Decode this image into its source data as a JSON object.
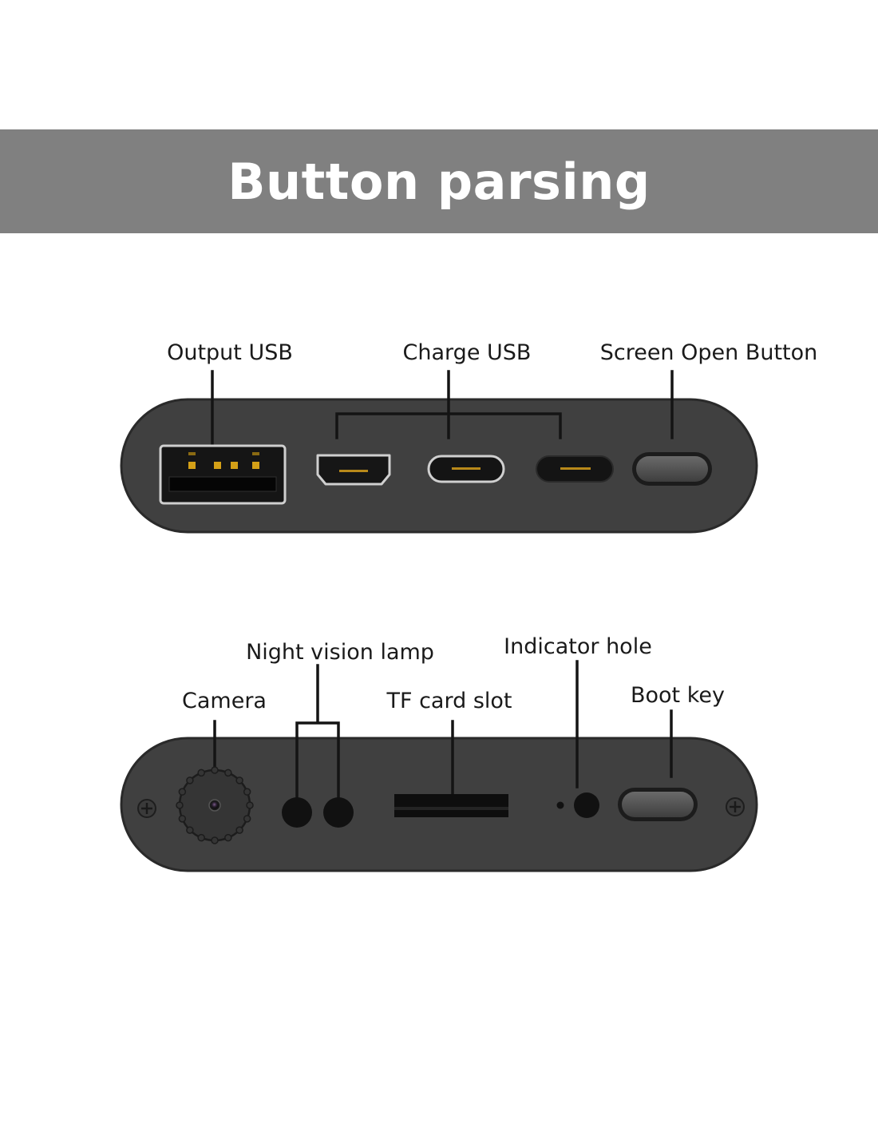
{
  "header": {
    "title": "Button parsing"
  },
  "top_panel": {
    "labels": {
      "output_usb": "Output USB",
      "charge_usb": "Charge USB",
      "screen_open_button": "Screen Open Button"
    }
  },
  "bottom_panel": {
    "labels": {
      "camera": "Camera",
      "night_vision_lamp": "Night vision lamp",
      "tf_card_slot": "TF card slot",
      "indicator_hole": "Indicator hole",
      "boot_key": "Boot key"
    }
  },
  "colors": {
    "banner": "#808080",
    "banner_text": "#ffffff",
    "device_body": "#404040",
    "device_outline": "#2a2a2a",
    "port_dark": "#1a1a1a",
    "port_gold": "#d4a017",
    "leader_lines": "#141414"
  }
}
